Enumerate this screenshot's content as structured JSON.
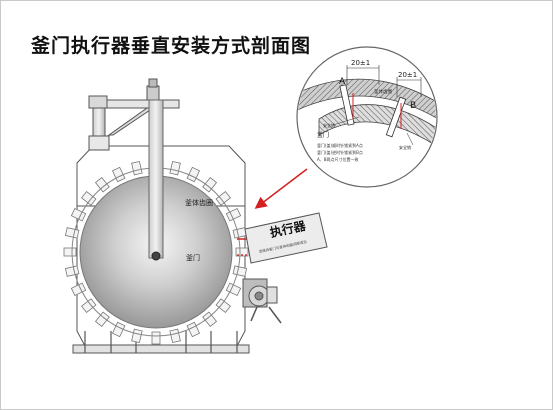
{
  "title": "釜门执行器垂直安装方式剖面图",
  "labels": {
    "body_gear_ring": "釜体齿圈",
    "door": "釜门",
    "actuator": "执行器",
    "actuator_subtext": "须保持釜门与釜体齿圈间隙适当"
  },
  "detail": {
    "dimension_left": "20±1",
    "dimension_right": "20±1",
    "point_a": "A",
    "point_b": "B",
    "body_gear_ring": "釜体齿圈",
    "door": "釜门",
    "safety_pin_left": "安全销",
    "safety_pin_right": "安全销",
    "notes": [
      "釜门(盖)顺时针锁紧到A点",
      "釜门(盖)逆时针锁紧到B点",
      "A、B两点尺寸位置一致"
    ]
  },
  "colors": {
    "arrow": "#d42020",
    "marker": "#d42020",
    "line": "#333333"
  }
}
